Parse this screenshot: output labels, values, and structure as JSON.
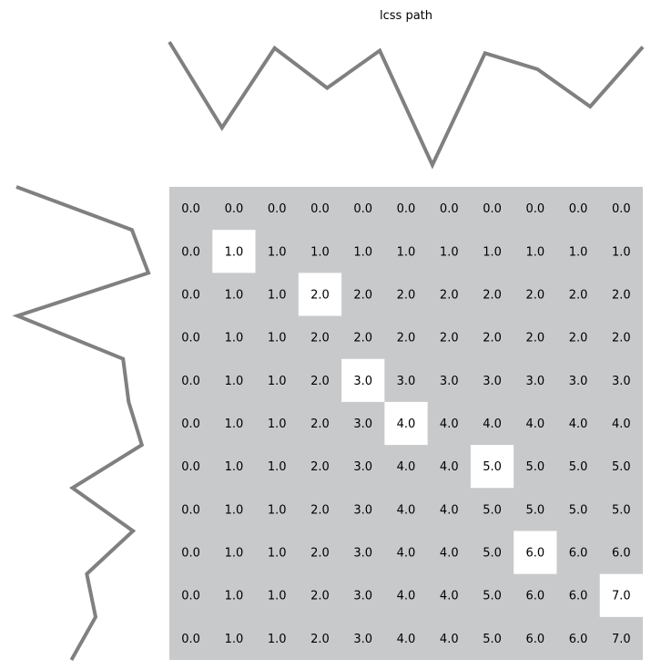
{
  "chart_data": {
    "type": "heatmap",
    "title": "lcss path",
    "colors": {
      "background_cell": "#c8c9cb",
      "path_cell": "#ffffff",
      "series_line": "#808080",
      "text": "#000000"
    },
    "top_series": {
      "x": [
        0,
        1,
        2,
        3,
        4,
        5,
        6,
        7,
        8,
        9
      ],
      "values": [
        0.93,
        0.24,
        0.88,
        0.56,
        0.86,
        -0.06,
        0.84,
        0.71,
        0.41,
        0.89
      ]
    },
    "left_series": {
      "y": [
        0,
        1,
        2,
        3,
        4,
        5,
        6,
        7,
        8,
        9,
        10,
        11
      ],
      "values": [
        -0.13,
        0.92,
        1.07,
        -0.12,
        0.84,
        0.89,
        1.01,
        0.38,
        0.93,
        0.51,
        0.59,
        0.37
      ]
    },
    "matrix": [
      [
        0.0,
        0.0,
        0.0,
        0.0,
        0.0,
        0.0,
        0.0,
        0.0,
        0.0,
        0.0,
        0.0
      ],
      [
        0.0,
        1.0,
        1.0,
        1.0,
        1.0,
        1.0,
        1.0,
        1.0,
        1.0,
        1.0,
        1.0
      ],
      [
        0.0,
        1.0,
        1.0,
        2.0,
        2.0,
        2.0,
        2.0,
        2.0,
        2.0,
        2.0,
        2.0
      ],
      [
        0.0,
        1.0,
        1.0,
        2.0,
        2.0,
        2.0,
        2.0,
        2.0,
        2.0,
        2.0,
        2.0
      ],
      [
        0.0,
        1.0,
        1.0,
        2.0,
        3.0,
        3.0,
        3.0,
        3.0,
        3.0,
        3.0,
        3.0
      ],
      [
        0.0,
        1.0,
        1.0,
        2.0,
        3.0,
        4.0,
        4.0,
        4.0,
        4.0,
        4.0,
        4.0
      ],
      [
        0.0,
        1.0,
        1.0,
        2.0,
        3.0,
        4.0,
        4.0,
        5.0,
        5.0,
        5.0,
        5.0
      ],
      [
        0.0,
        1.0,
        1.0,
        2.0,
        3.0,
        4.0,
        4.0,
        5.0,
        5.0,
        5.0,
        5.0
      ],
      [
        0.0,
        1.0,
        1.0,
        2.0,
        3.0,
        4.0,
        4.0,
        5.0,
        6.0,
        6.0,
        6.0
      ],
      [
        0.0,
        1.0,
        1.0,
        2.0,
        3.0,
        4.0,
        4.0,
        5.0,
        6.0,
        6.0,
        7.0
      ],
      [
        0.0,
        1.0,
        1.0,
        2.0,
        3.0,
        4.0,
        4.0,
        5.0,
        6.0,
        6.0,
        7.0
      ]
    ],
    "path": [
      [
        1,
        1
      ],
      [
        2,
        3
      ],
      [
        4,
        4
      ],
      [
        5,
        5
      ],
      [
        6,
        7
      ],
      [
        8,
        8
      ],
      [
        9,
        10
      ]
    ],
    "grid": false,
    "axes_visible": false
  }
}
